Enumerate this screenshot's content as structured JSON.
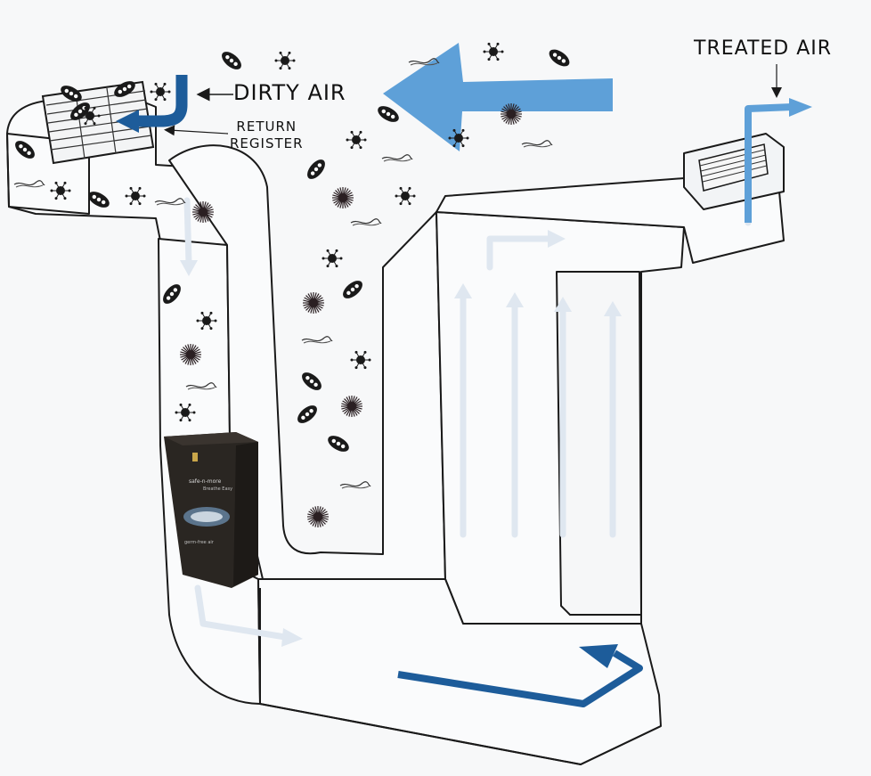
{
  "labels": {
    "dirty_air": "DIRTY AIR",
    "return_register_line1": "RETURN",
    "return_register_line2": "REGISTER",
    "treated_air": "TREATED AIR"
  },
  "device": {
    "brand_text": "safe-n-more",
    "sub_text": "Breathe Easy",
    "badge_text": "germ-free air"
  },
  "colors": {
    "flow_blue": "#1d5c9a",
    "incoming_blue": "#5ea0d8",
    "ghost_flow": "#dfe7f0",
    "duct_stroke": "#1a1a1a",
    "device_body": "#2a2622"
  },
  "icons": {
    "particles": [
      "bacteria-icon",
      "virus-icon",
      "spore-icon",
      "dust-fiber-icon"
    ]
  }
}
